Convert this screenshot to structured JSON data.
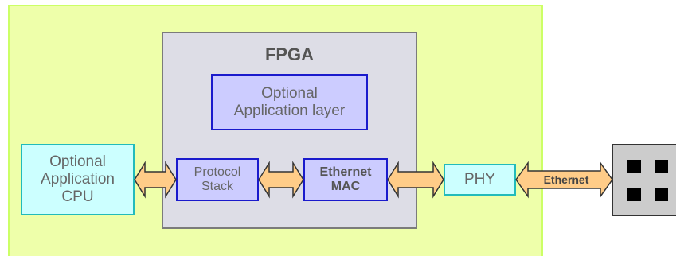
{
  "colors": {
    "board_fill": "#eeffaa",
    "board_border": "#ccff66",
    "fpga_fill": "#dddde6",
    "fpga_border": "#7b7b7b",
    "block_fill": "#ccccff",
    "block_border": "#1a1acc",
    "external_fill": "#ccffff",
    "external_border": "#22bbbb",
    "arrow_fill": "#ffcc88",
    "connector_fill": "#cccccc"
  },
  "fpga": {
    "title": "FPGA"
  },
  "app_layer": {
    "line1": "Optional",
    "line2": "Application layer"
  },
  "cpu": {
    "line1": "Optional",
    "line2": "Application",
    "line3": "CPU"
  },
  "protocol_stack": {
    "line1": "Protocol",
    "line2": "Stack"
  },
  "ethernet_mac": {
    "line1": "Ethernet",
    "line2": "MAC"
  },
  "phy": {
    "label": "PHY"
  },
  "ethernet_link": {
    "label": "Ethernet"
  },
  "connector": {
    "icon": "rj45-port-icon"
  }
}
